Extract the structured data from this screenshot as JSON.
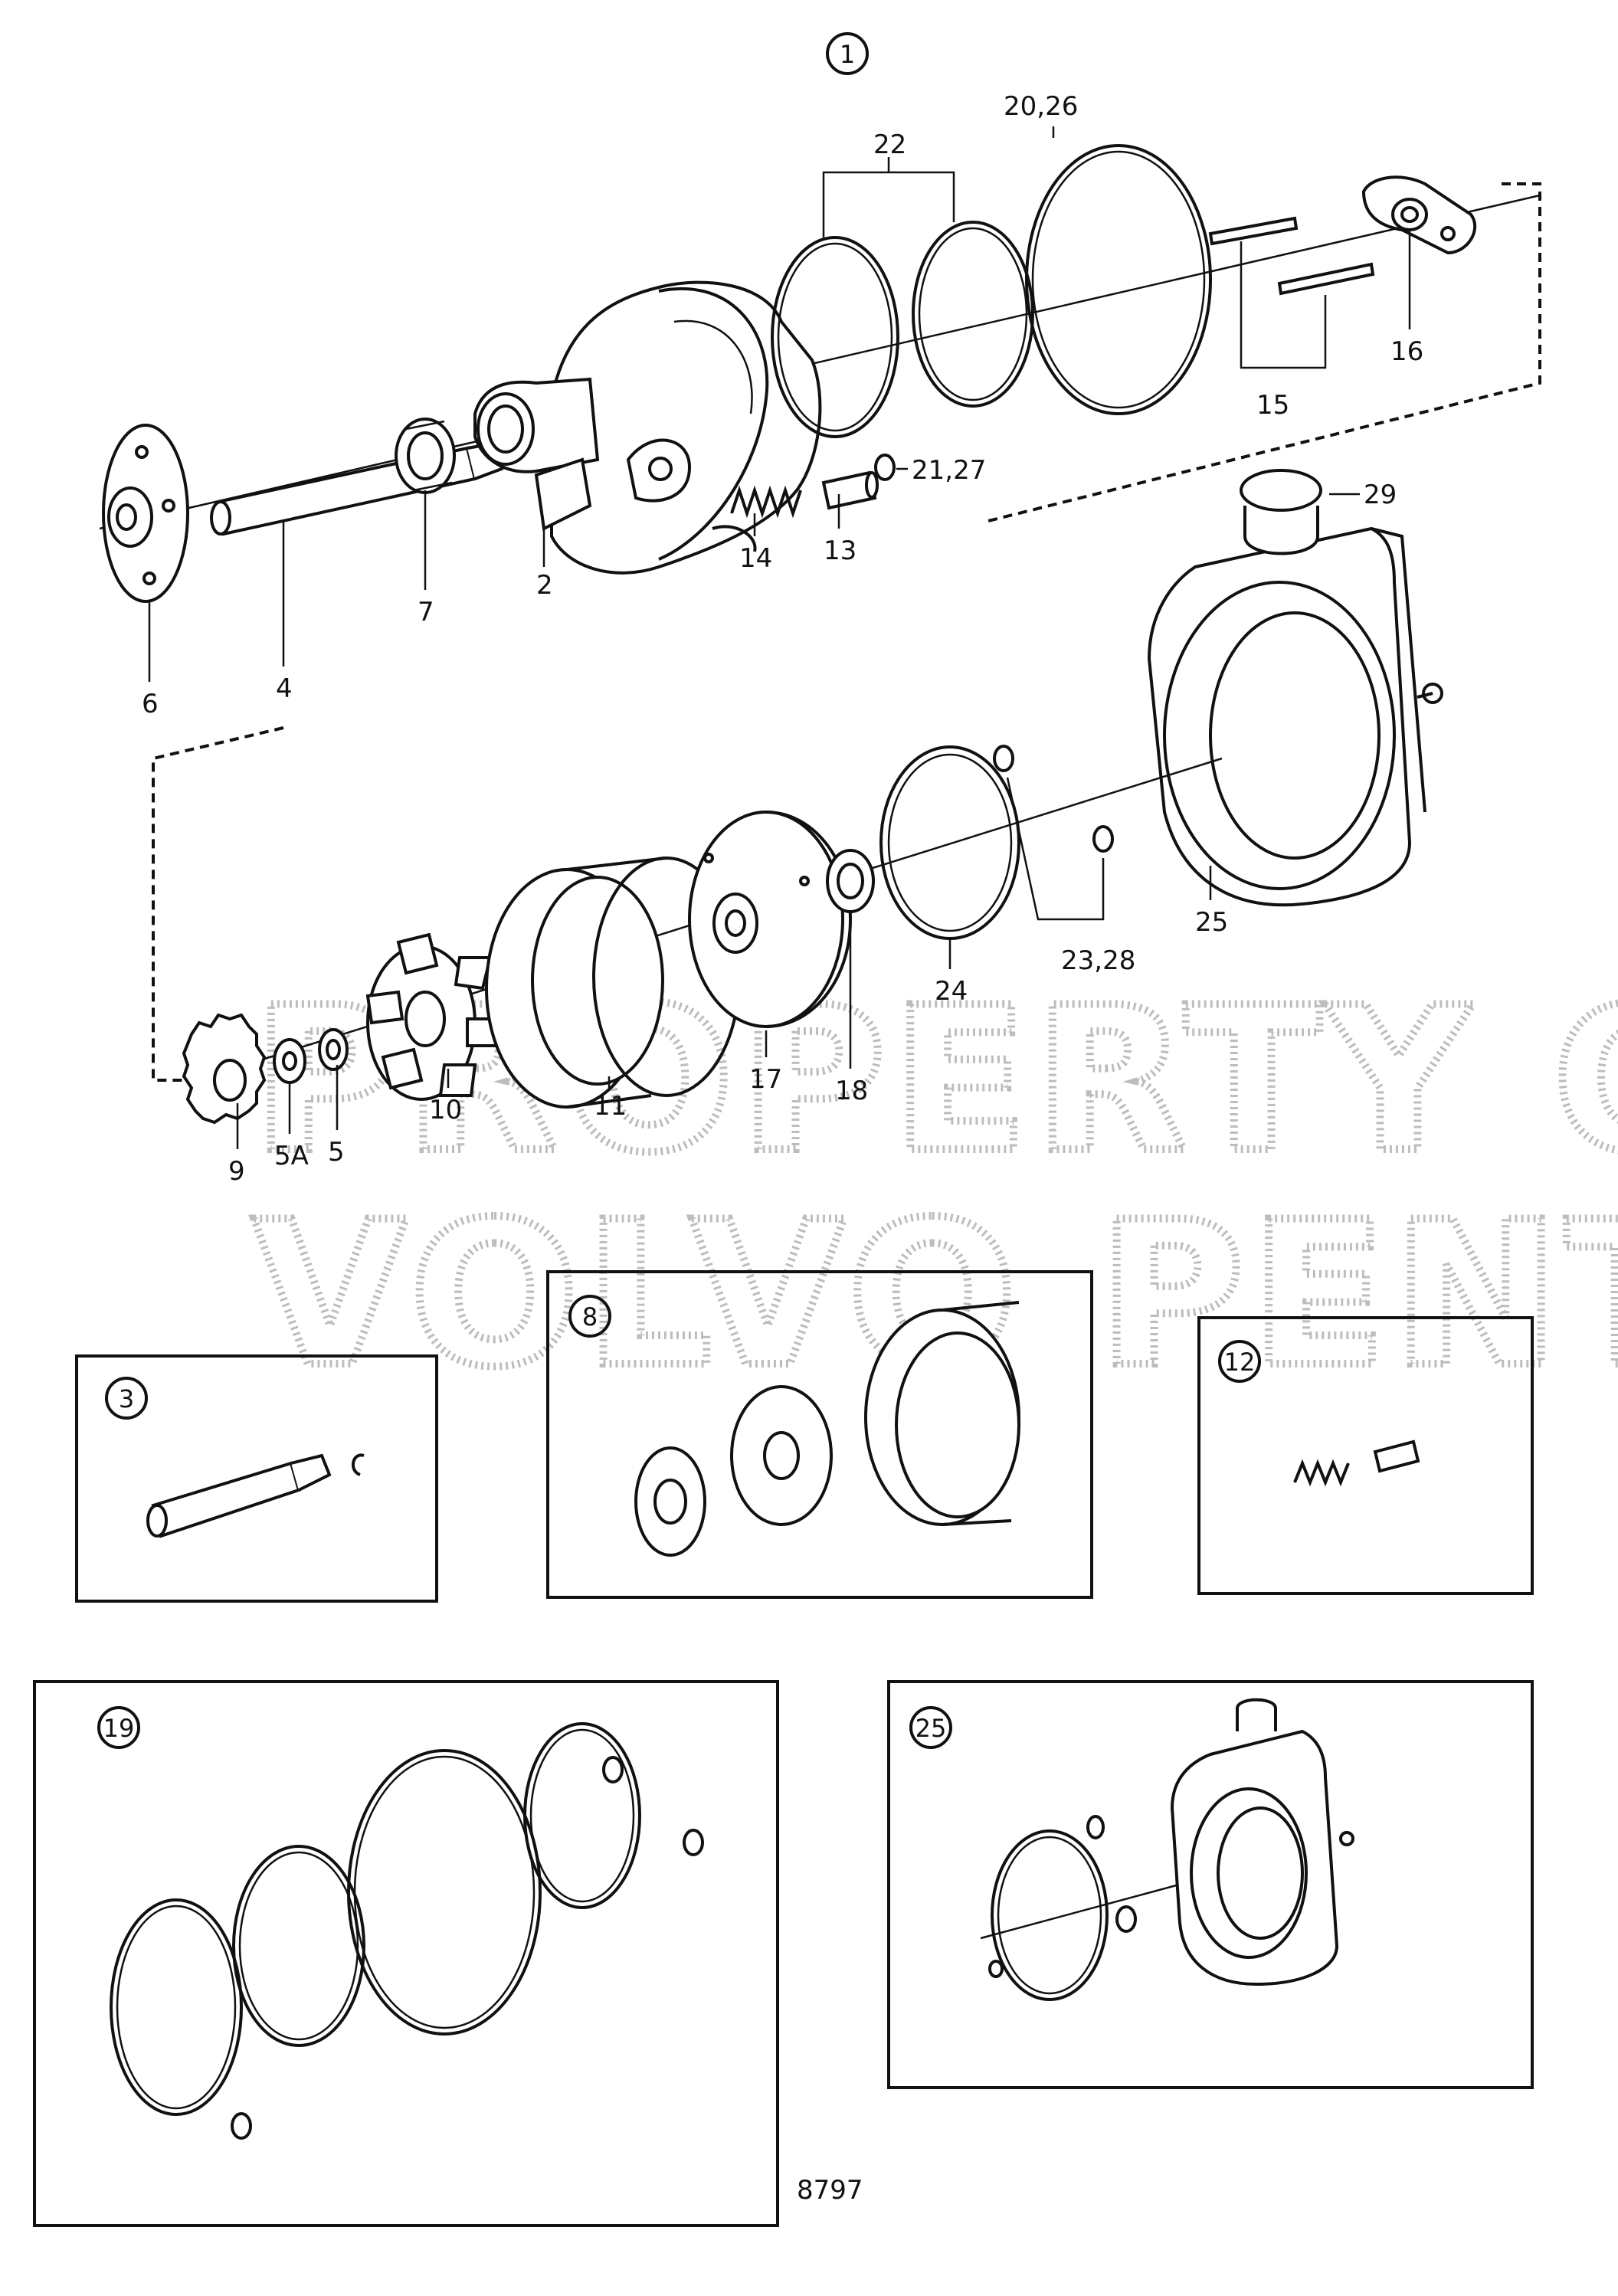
{
  "title_callout": "1",
  "watermark": {
    "line1": "PROPERTY OF",
    "line2": "VOLVO PENTA"
  },
  "figure_number": "8797",
  "labels": {
    "p2": "2",
    "p4": "4",
    "p5": "5",
    "p5a": "5A",
    "p6": "6",
    "p7": "7",
    "p9": "9",
    "p10": "10",
    "p11": "11",
    "p13": "13",
    "p14": "14",
    "p15": "15",
    "p16": "16",
    "p17": "17",
    "p18": "18",
    "p20_26": "20,26",
    "p21_27": "21,27",
    "p22": "22",
    "p23_28": "23,28",
    "p24": "24",
    "p25": "25",
    "p29": "29"
  },
  "kits": {
    "k3": "3",
    "k8": "8",
    "k12": "12",
    "k19": "19",
    "k25": "25"
  }
}
